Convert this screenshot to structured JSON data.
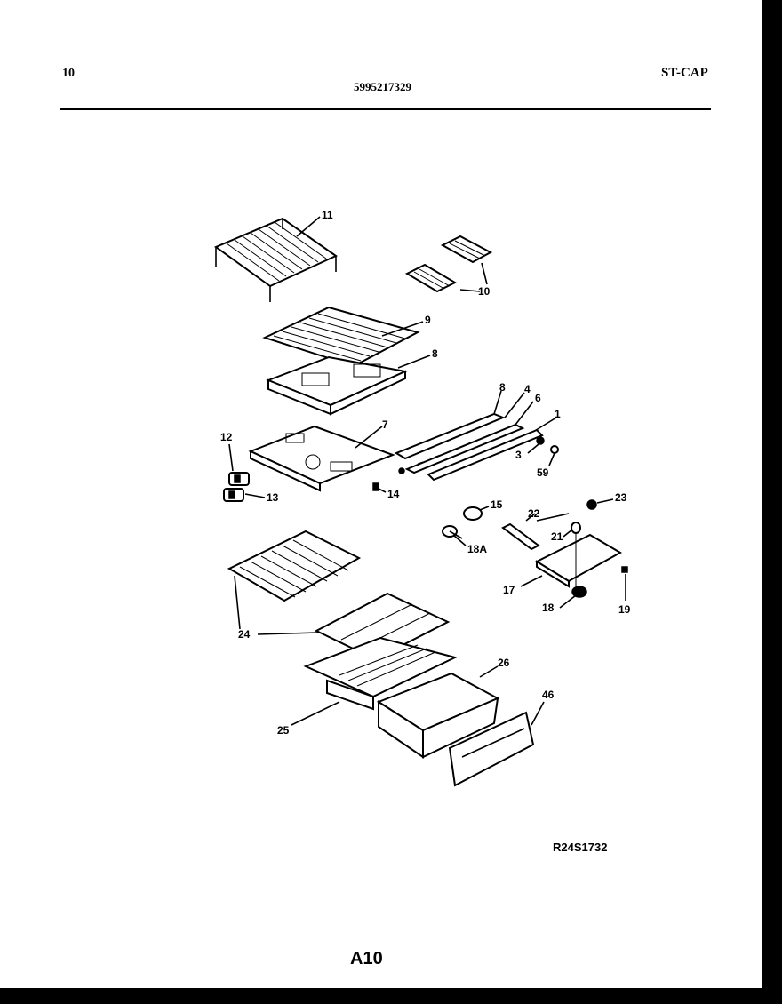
{
  "header": {
    "page_number": "10",
    "part_number": "5995217329",
    "model_code": "ST-CAP"
  },
  "callouts": {
    "c11": "11",
    "c10": "10",
    "c9": "9",
    "c8a": "8",
    "c8b": "8",
    "c4": "4",
    "c6": "6",
    "c1": "1",
    "c7": "7",
    "c12": "12",
    "c13": "13",
    "c14": "14",
    "c3": "3",
    "c59": "59",
    "c15": "15",
    "c18A": "18A",
    "c22": "22",
    "c23": "23",
    "c21": "21",
    "c17": "17",
    "c18": "18",
    "c19": "19",
    "c24": "24",
    "c26": "26",
    "c25": "25",
    "c46": "46"
  },
  "footer": {
    "drawing_code": "R24S1732",
    "page_id": "A10"
  }
}
